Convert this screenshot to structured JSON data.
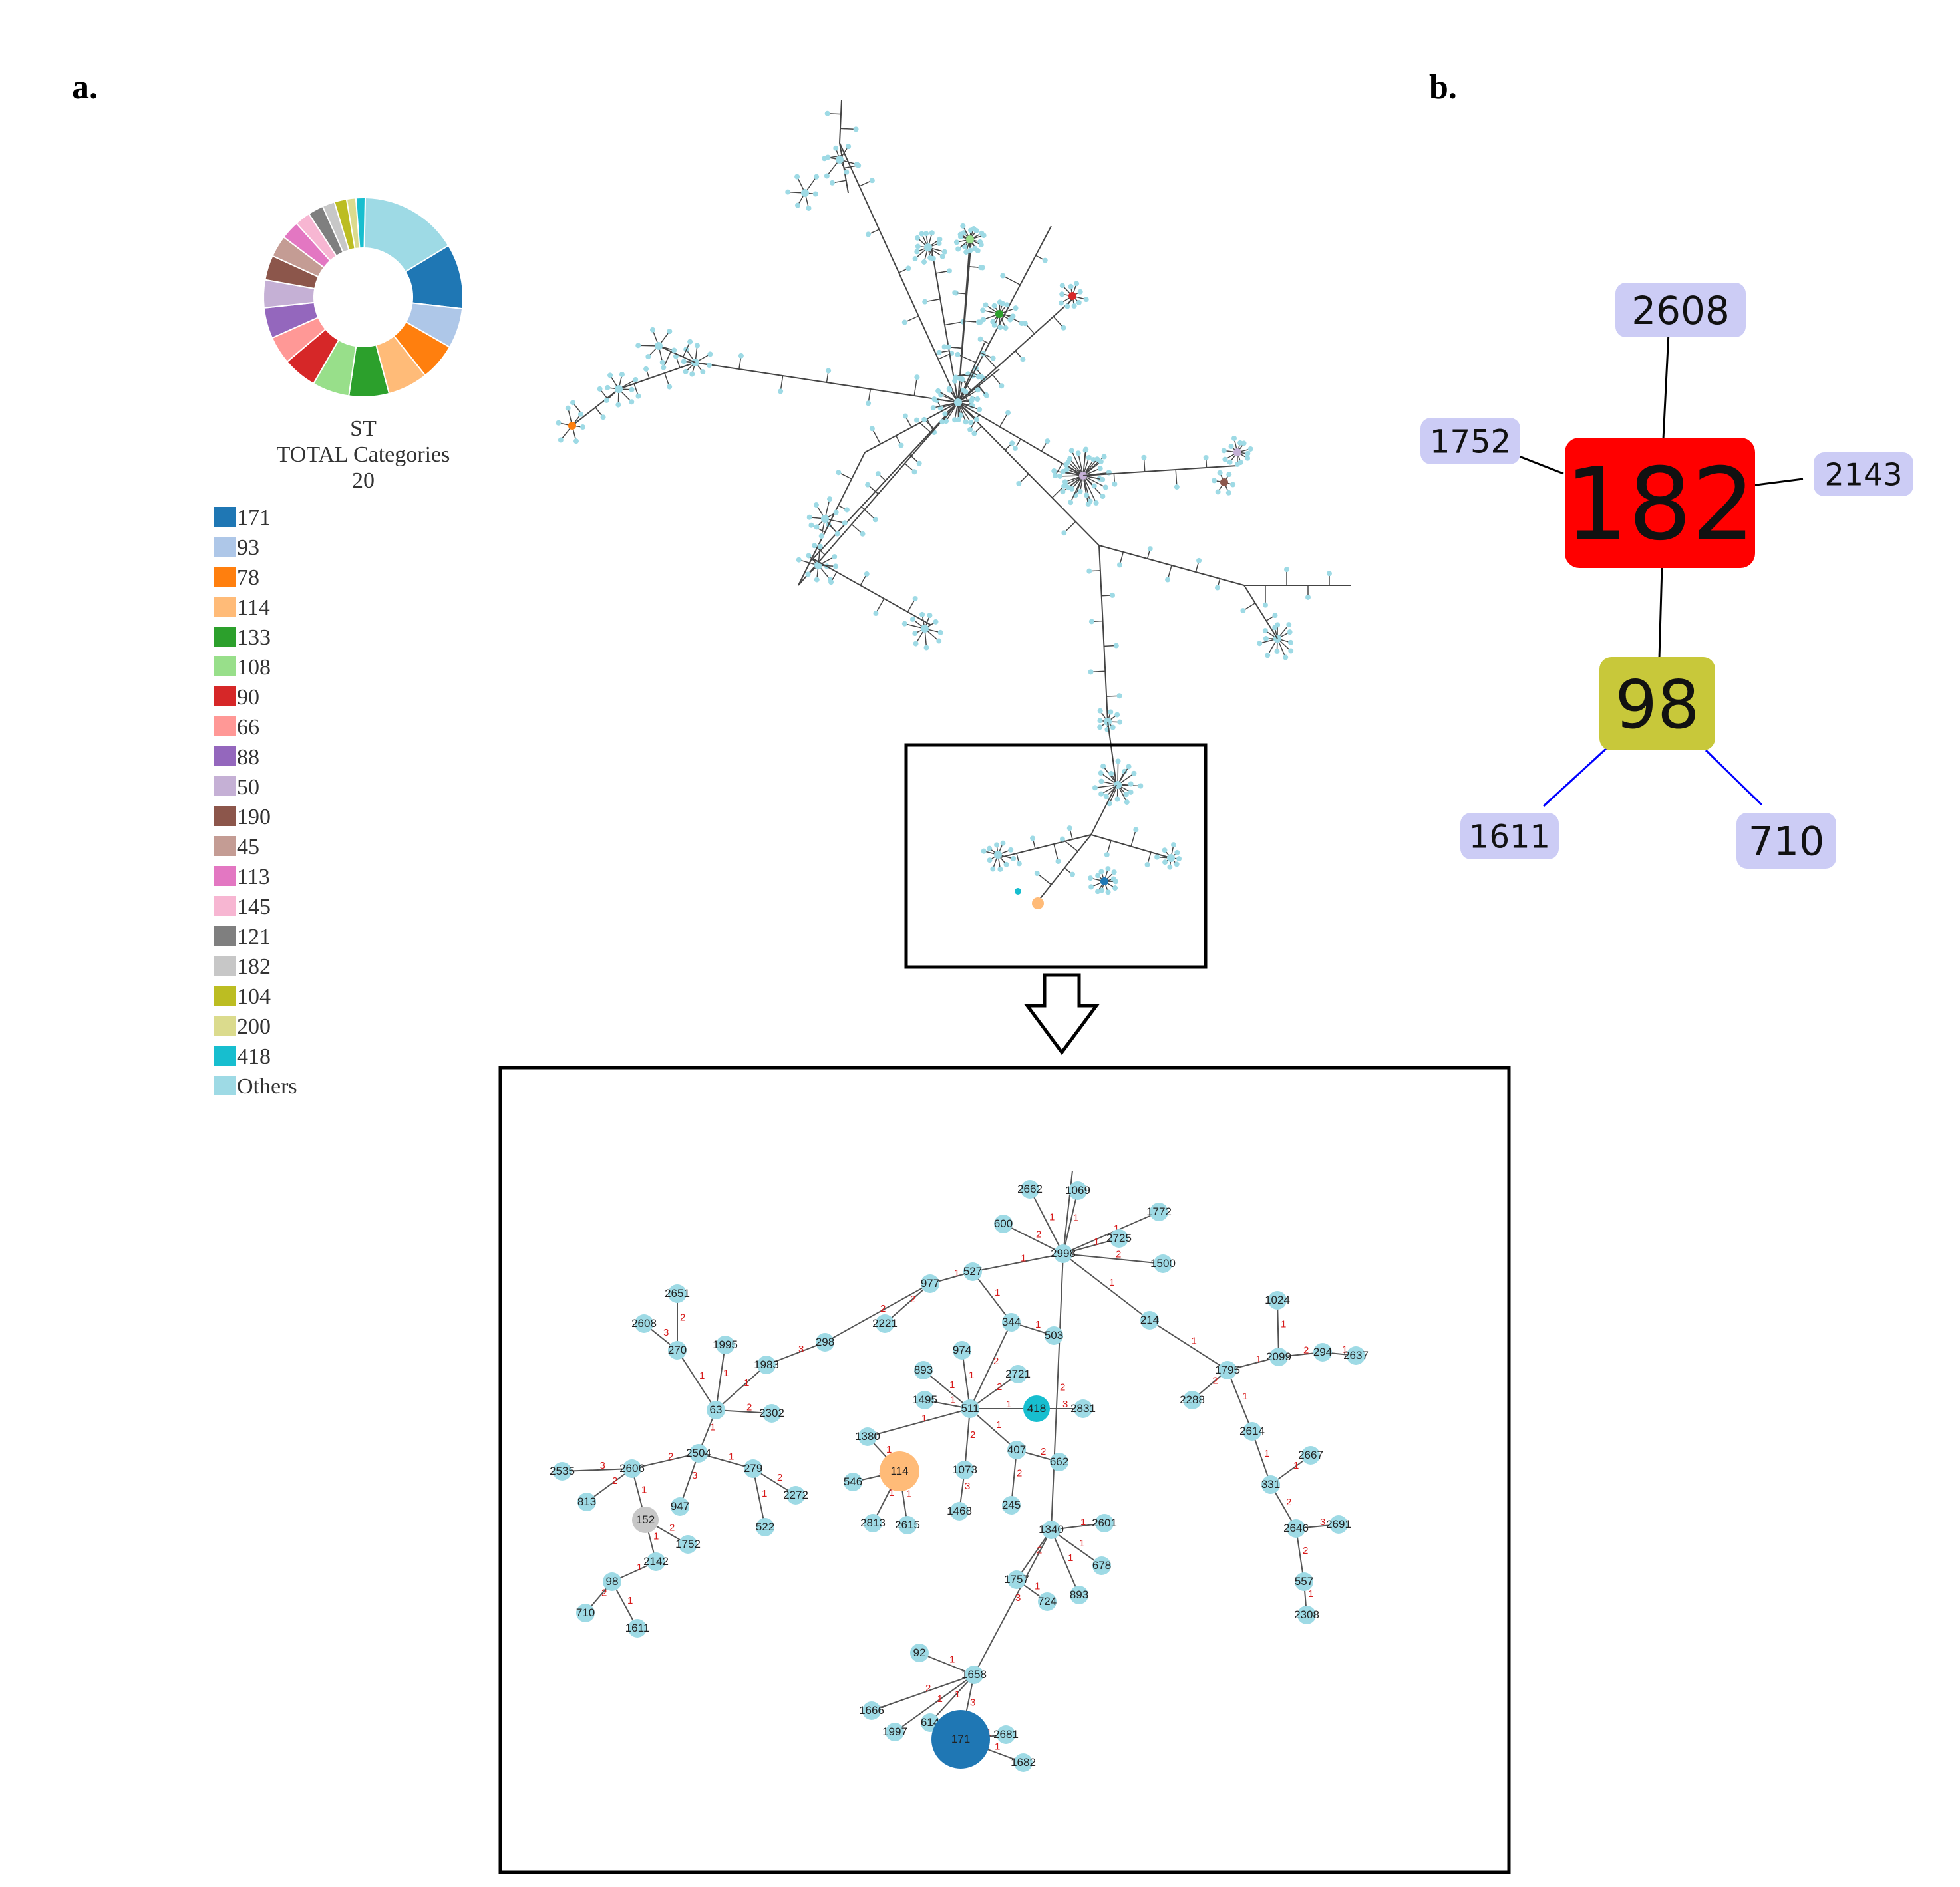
{
  "panel_labels": {
    "a": "a.",
    "b": "b."
  },
  "donut": {
    "title_line1": "ST",
    "title_line2": "TOTAL Categories",
    "title_line3": "20"
  },
  "chart_data": {
    "type": "pie",
    "title": "ST",
    "categories": [
      "171",
      "93",
      "78",
      "114",
      "133",
      "108",
      "90",
      "66",
      "88",
      "50",
      "190",
      "45",
      "113",
      "145",
      "121",
      "182",
      "104",
      "200",
      "418",
      "Others"
    ],
    "values": [
      10.5,
      6.5,
      6.0,
      6.5,
      6.5,
      6.0,
      5.5,
      4.5,
      5.0,
      4.5,
      4.0,
      3.5,
      3.0,
      2.5,
      2.5,
      2.0,
      2.0,
      1.5,
      1.5,
      16.0
    ],
    "colors": [
      "#1f77b4",
      "#aec7e8",
      "#ff7f0e",
      "#ffbb78",
      "#2ca02c",
      "#98df8a",
      "#d62728",
      "#ff9896",
      "#9467bd",
      "#c5b0d5",
      "#8c564b",
      "#c49c94",
      "#e377c2",
      "#f7b6d2",
      "#7f7f7f",
      "#c7c7c7",
      "#bcbd22",
      "#dbdb8d",
      "#17becf",
      "#9edae5"
    ]
  },
  "legend": [
    {
      "label": "171",
      "color": "#1f77b4"
    },
    {
      "label": "93",
      "color": "#aec7e8"
    },
    {
      "label": "78",
      "color": "#ff7f0e"
    },
    {
      "label": "114",
      "color": "#ffbb78"
    },
    {
      "label": "133",
      "color": "#2ca02c"
    },
    {
      "label": "108",
      "color": "#98df8a"
    },
    {
      "label": "90",
      "color": "#d62728"
    },
    {
      "label": "66",
      "color": "#ff9896"
    },
    {
      "label": "88",
      "color": "#9467bd"
    },
    {
      "label": "50",
      "color": "#c5b0d5"
    },
    {
      "label": "190",
      "color": "#8c564b"
    },
    {
      "label": "45",
      "color": "#c49c94"
    },
    {
      "label": "113",
      "color": "#e377c2"
    },
    {
      "label": "145",
      "color": "#f7b6d2"
    },
    {
      "label": "121",
      "color": "#7f7f7f"
    },
    {
      "label": "182",
      "color": "#c7c7c7"
    },
    {
      "label": "104",
      "color": "#bcbd22"
    },
    {
      "label": "200",
      "color": "#dbdb8d"
    },
    {
      "label": "418",
      "color": "#17becf"
    },
    {
      "label": "Others",
      "color": "#9edae5"
    }
  ],
  "zoom_nodes": [
    {
      "label": "2662"
    },
    {
      "label": "1069"
    },
    {
      "label": "600"
    },
    {
      "label": "1772"
    },
    {
      "label": "2725"
    },
    {
      "label": "1500"
    },
    {
      "label": "2998"
    },
    {
      "label": "527"
    },
    {
      "label": "977"
    },
    {
      "label": "2651"
    },
    {
      "label": "1024"
    },
    {
      "label": "2608"
    },
    {
      "label": "270"
    },
    {
      "label": "1995"
    },
    {
      "label": "2221"
    },
    {
      "label": "344"
    },
    {
      "label": "503"
    },
    {
      "label": "214"
    },
    {
      "label": "298"
    },
    {
      "label": "1983"
    },
    {
      "label": "893"
    },
    {
      "label": "974"
    },
    {
      "label": "2721"
    },
    {
      "label": "2099"
    },
    {
      "label": "294"
    },
    {
      "label": "2637"
    },
    {
      "label": "1795"
    },
    {
      "label": "2288"
    },
    {
      "label": "1495"
    },
    {
      "label": "511"
    },
    {
      "label": "418"
    },
    {
      "label": "2831"
    },
    {
      "label": "63"
    },
    {
      "label": "2302"
    },
    {
      "label": "1380"
    },
    {
      "label": "407"
    },
    {
      "label": "662"
    },
    {
      "label": "2614"
    },
    {
      "label": "2667"
    },
    {
      "label": "2504"
    },
    {
      "label": "2535"
    },
    {
      "label": "2606"
    },
    {
      "label": "279"
    },
    {
      "label": "2272"
    },
    {
      "label": "114"
    },
    {
      "label": "1073"
    },
    {
      "label": "546"
    },
    {
      "label": "331"
    },
    {
      "label": "813"
    },
    {
      "label": "947"
    },
    {
      "label": "245"
    },
    {
      "label": "1468"
    },
    {
      "label": "152"
    },
    {
      "label": "2813"
    },
    {
      "label": "2615"
    },
    {
      "label": "522"
    },
    {
      "label": "1340"
    },
    {
      "label": "2601"
    },
    {
      "label": "2646"
    },
    {
      "label": "2691"
    },
    {
      "label": "1752"
    },
    {
      "label": "2142"
    },
    {
      "label": "678"
    },
    {
      "label": "1757"
    },
    {
      "label": "98"
    },
    {
      "label": "557"
    },
    {
      "label": "724"
    },
    {
      "label": "893"
    },
    {
      "label": "710"
    },
    {
      "label": "1611"
    },
    {
      "label": "2308"
    },
    {
      "label": "92"
    },
    {
      "label": "1658"
    },
    {
      "label": "1666"
    },
    {
      "label": "614"
    },
    {
      "label": "1997"
    },
    {
      "label": "171"
    },
    {
      "label": "2681"
    },
    {
      "label": "1682"
    }
  ],
  "zoom_weights": [
    "1",
    "1",
    "2",
    "1",
    "1",
    "2",
    "1",
    "1",
    "1",
    "2",
    "3",
    "2",
    "1",
    "1",
    "2",
    "1",
    "1",
    "2",
    "1",
    "1",
    "3",
    "1",
    "2",
    "1",
    "1",
    "3",
    "1",
    "1",
    "2",
    "3",
    "2",
    "1",
    "1",
    "2",
    "3",
    "1",
    "2",
    "1",
    "2",
    "3",
    "1",
    "2",
    "1",
    "3",
    "2",
    "1",
    "2",
    "1",
    "1",
    "2"
  ],
  "panel_b": {
    "center": {
      "label": "182",
      "color": "#ff0000"
    },
    "hub": {
      "label": "98",
      "color": "#c8c83a"
    },
    "leaves": [
      {
        "label": "2608",
        "color": "#ccccf5"
      },
      {
        "label": "1752",
        "color": "#ccccf5"
      },
      {
        "label": "2143",
        "color": "#ccccf5"
      },
      {
        "label": "1611",
        "color": "#ccccf5"
      },
      {
        "label": "710",
        "color": "#ccccf5"
      }
    ]
  }
}
